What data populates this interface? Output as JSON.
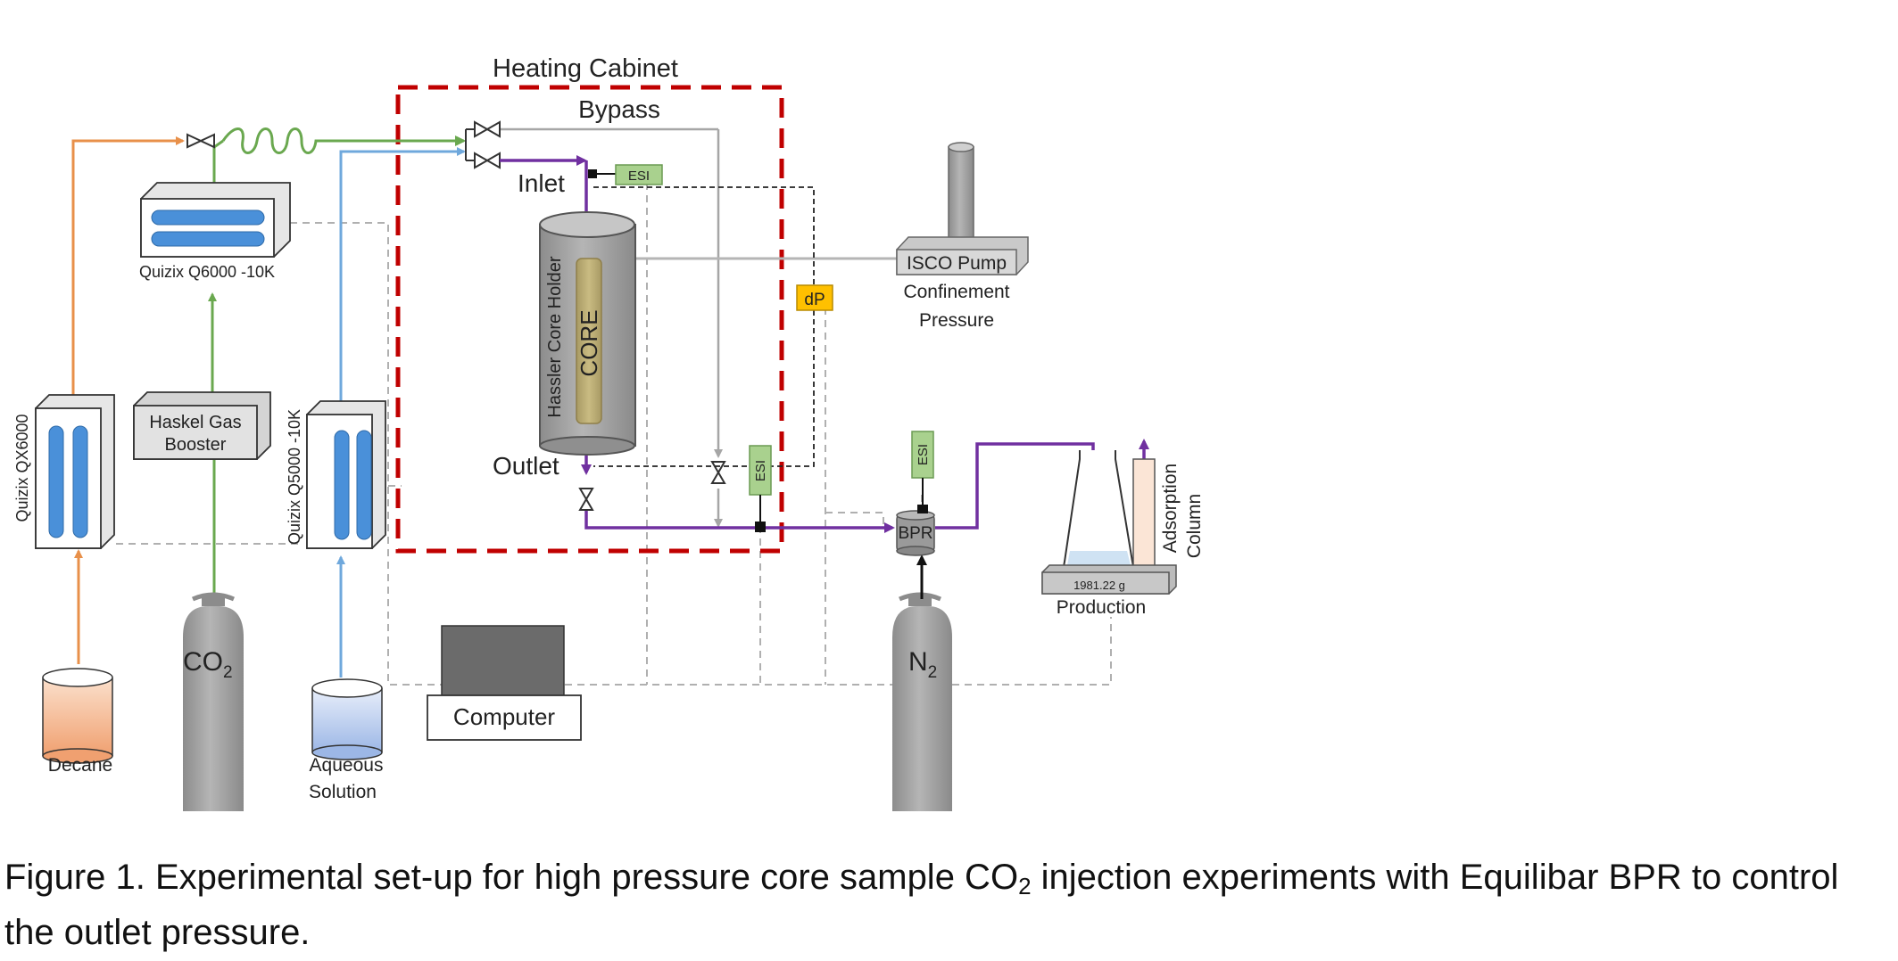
{
  "labels": {
    "heating_cabinet": "Heating Cabinet",
    "bypass": "Bypass",
    "inlet": "Inlet",
    "outlet": "Outlet",
    "esi": "ESI",
    "dp": "dP",
    "core": "CORE",
    "core_holder": "Hassler Core Holder",
    "isco_pump": "ISCO Pump",
    "confinement_1": "Confinement",
    "confinement_2": "Pressure",
    "quizix_q6000": "Quizix Q6000 -10K",
    "quizix_qx6000": "Quizix QX6000",
    "quizix_q5000": "Quizix Q5000 -10K",
    "haskel_1": "Haskel Gas",
    "haskel_2": "Booster",
    "co2": "CO",
    "co2_sub": "2",
    "n2": "N",
    "n2_sub": "2",
    "decane": "Decane",
    "aqueous_1": "Aqueous",
    "aqueous_2": "Solution",
    "computer": "Computer",
    "bpr": "BPR",
    "production": "Production",
    "balance_reading": "1981.22 g",
    "adsorption": "Adsorption",
    "column": "Column"
  },
  "caption": {
    "part1": "Figure 1. Experimental set-up for high pressure core sample CO",
    "sub": "2",
    "part2": " injection experiments with Equilibar BPR to control the outlet pressure."
  },
  "colors": {
    "decane_line": "#e8904a",
    "gas_line": "#6aa84f",
    "aqueous_line": "#6fa8dc",
    "flow_line": "#7030a0",
    "bypass_line": "#a6a6a6",
    "cabinet_border": "#c00000",
    "pump_cylinder": "#4a90d9",
    "esi_box": "#a9d18e",
    "dp_box": "#ffc000"
  }
}
